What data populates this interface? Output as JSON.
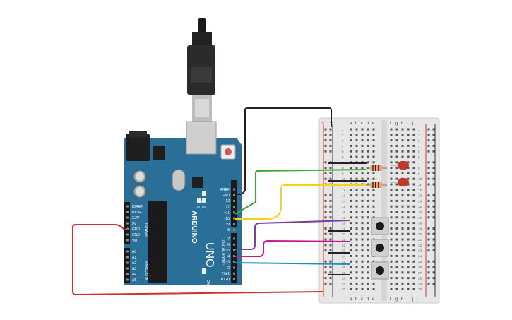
{
  "arduino": {
    "brand": "ARDUINO",
    "model": "UNO",
    "digital_label": "DIGITAL (PWM~)",
    "power_label": "POWER",
    "analog_label": "ANALOG IN",
    "on_label": "ON",
    "l_label": "L",
    "tx_label": "TX",
    "rx_label": "RX",
    "header_top": [
      "AREF",
      "GND",
      "13",
      "12",
      "~11",
      "~10",
      "~9",
      "8"
    ],
    "header_bottom": [
      "7",
      "~6",
      "~5",
      "4",
      "~3",
      "2",
      "TX▸1",
      "RX◂0"
    ],
    "power_pins": [
      "IOREF",
      "RESET",
      "3.3V",
      "5V",
      "GND",
      "GND",
      "Vin"
    ],
    "analog_pins": [
      "A0",
      "A1",
      "A2",
      "A3",
      "A4",
      "A5"
    ]
  },
  "breadboard": {
    "columns_left": [
      "a",
      "b",
      "c",
      "d",
      "e"
    ],
    "columns_right": [
      "f",
      "g",
      "h",
      "i",
      "j"
    ],
    "row_count": 30,
    "plus_label": "+",
    "minus_label": "−"
  },
  "colors": {
    "arduino_blue": "#2a6f97",
    "wire_red": "#d32f2f",
    "wire_black": "#222222",
    "wire_green": "#3aa935",
    "wire_yellow": "#f2d21b",
    "wire_purple": "#7b3fa0",
    "wire_magenta": "#c2188a",
    "wire_blue": "#1e90c9",
    "led_red": "#c0392b",
    "breadboard": "#e8e8e8"
  }
}
